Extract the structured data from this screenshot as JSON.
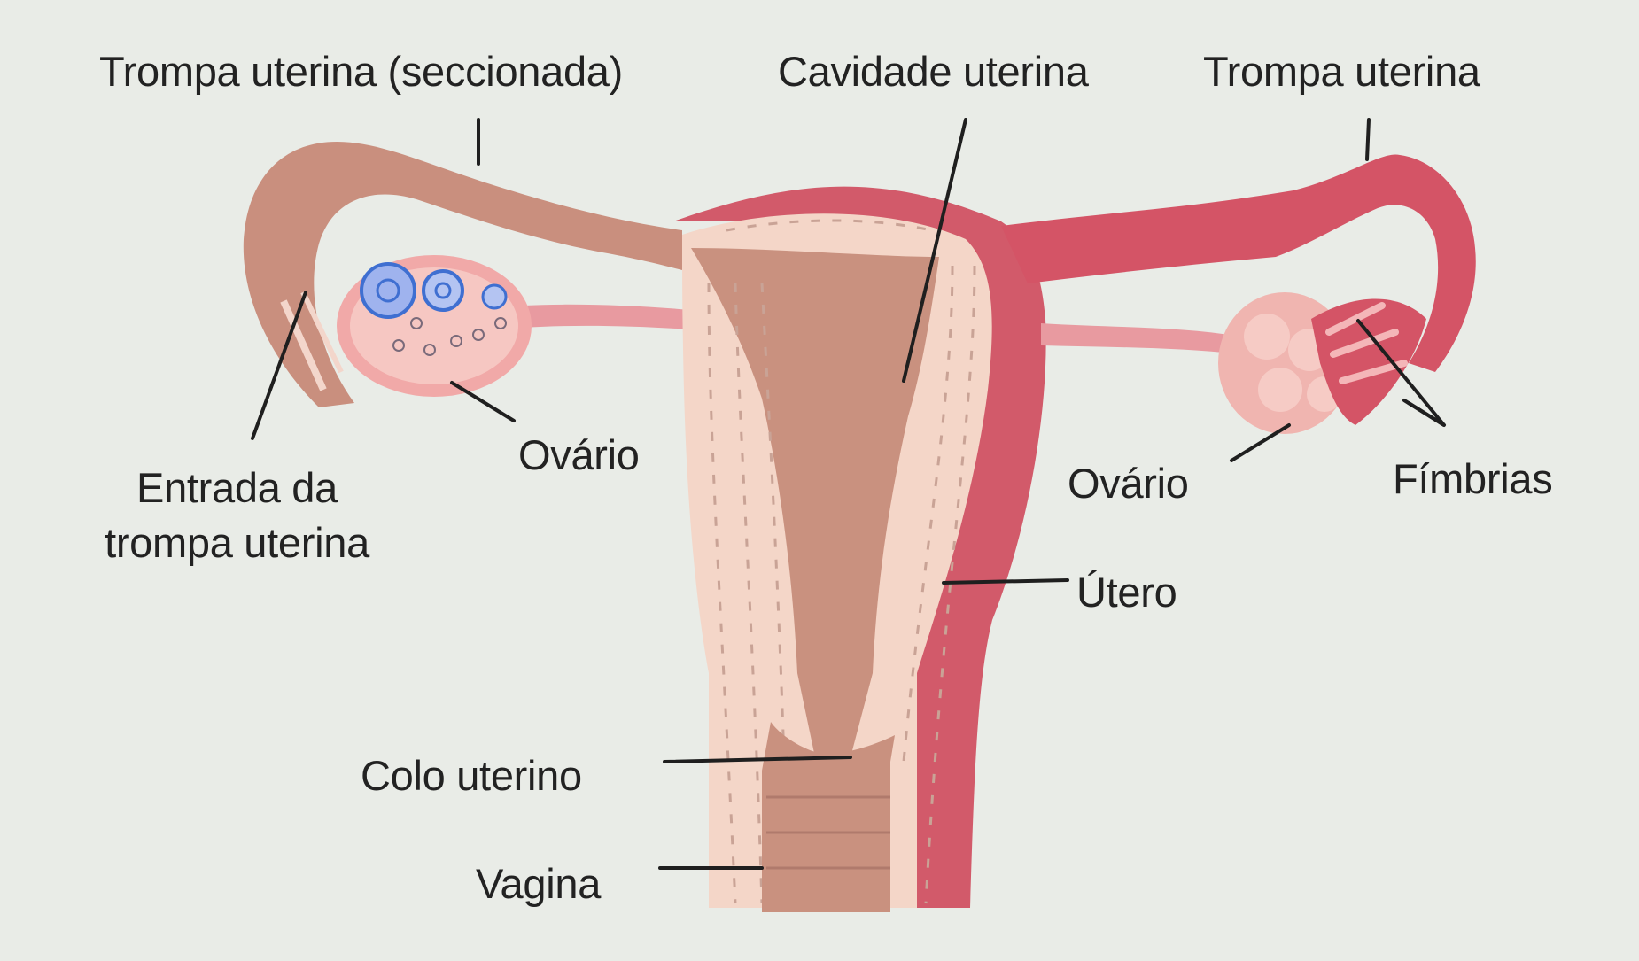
{
  "labels": {
    "tube_sectioned": "Trompa uterina (seccionada)",
    "uterine_cavity": "Cavidade uterina",
    "tube_right": "Trompa uterina",
    "tube_entrance_line1": "Entrada da",
    "tube_entrance_line2": "trompa uterina",
    "ovary_left": "Ovário",
    "ovary_right": "Ovário",
    "fimbriae": "Fímbrias",
    "uterus": "Útero",
    "cervix": "Colo uterino",
    "vagina": "Vagina"
  },
  "colors": {
    "background": "#e9ece7",
    "section_tissue": "#c98f7e",
    "outer_wall": "#d25a6a",
    "muscle_layer": "#f4d6c8",
    "cavity": "#c9917f",
    "ovary_blue": "#3f6fd1",
    "leader_line": "#1f1f1f"
  }
}
